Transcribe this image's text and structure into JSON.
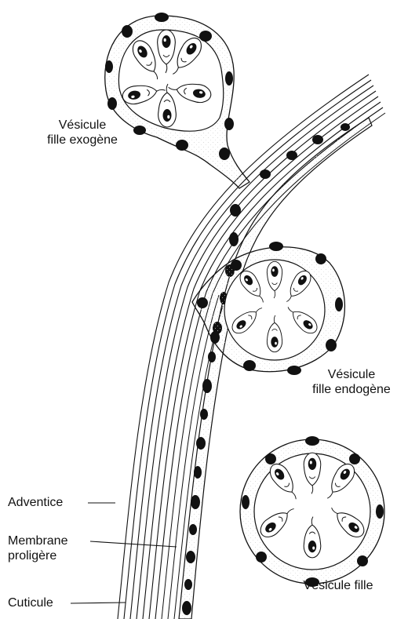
{
  "labels": {
    "exogene_line1": "Vésicule",
    "exogene_line2": "fille exogène",
    "endogene_line1": "Vésicule",
    "endogene_line2": "fille endogène",
    "adventice": "Adventice",
    "membrane_line1": "Membrane",
    "membrane_line2": "proligère",
    "cuticule": "Cuticule",
    "vesicule_fille": "Vésicule fille"
  },
  "colors": {
    "ink": "#111111",
    "background": "#ffffff",
    "stipple": "#d9d9d9"
  }
}
